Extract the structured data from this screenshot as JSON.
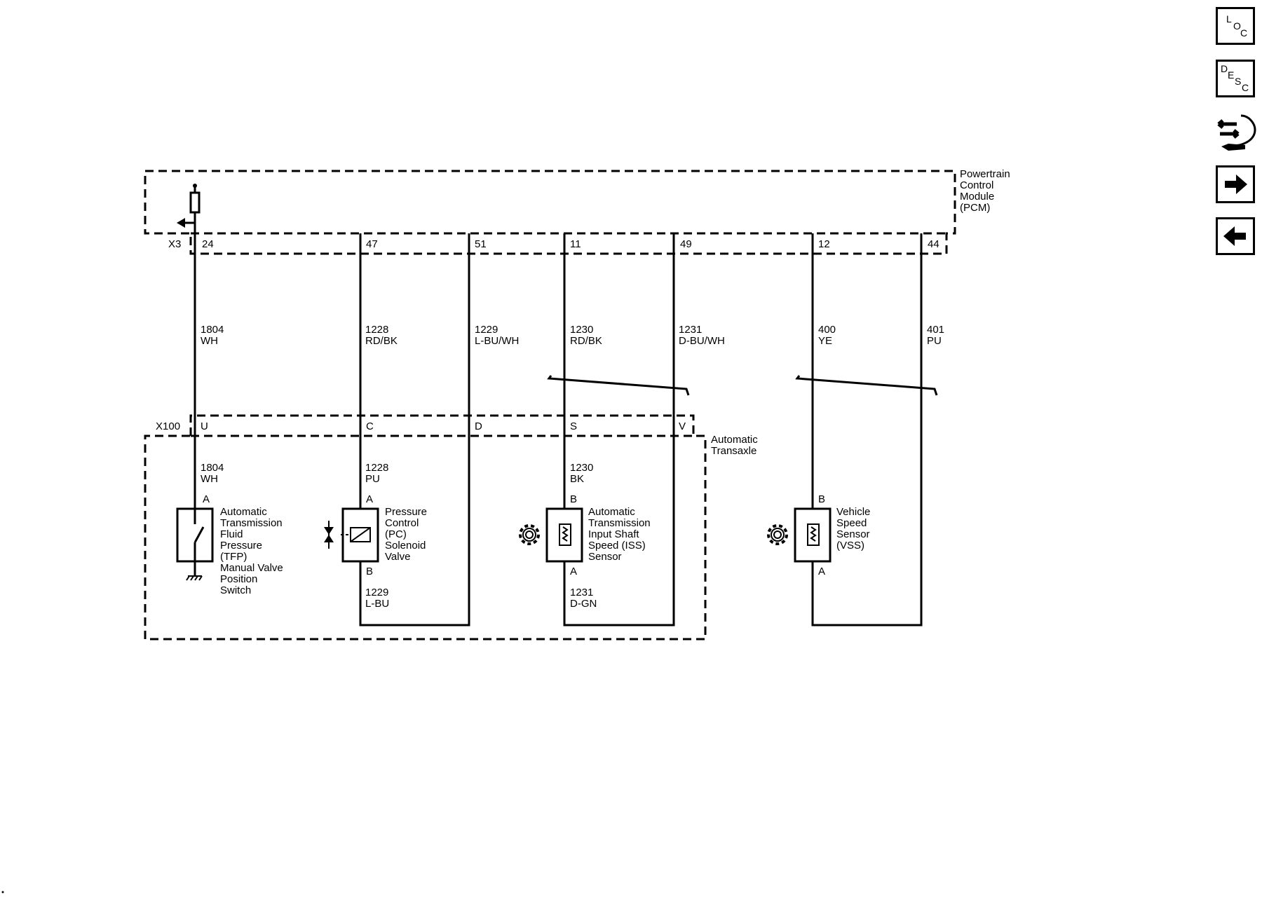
{
  "nav": {
    "loc": {
      "l1": "L",
      "l2": "O",
      "l3": "C"
    },
    "desc": {
      "l1": "D",
      "l2": "E",
      "l3": "S",
      "l4": "C"
    },
    "connector_icon": "connector-end-view-icon",
    "next_icon": "arrow-right-icon",
    "prev_icon": "arrow-left-icon"
  },
  "pcm": {
    "label_lines": [
      "Powertrain",
      "Control",
      "Module",
      "(PCM)"
    ],
    "connector": "X3",
    "pins": [
      "24",
      "47",
      "51",
      "11",
      "49",
      "12",
      "44"
    ]
  },
  "wires_upper": [
    {
      "circuit": "1804",
      "color": "WH"
    },
    {
      "circuit": "1228",
      "color": "RD/BK"
    },
    {
      "circuit": "1229",
      "color": "L-BU/WH"
    },
    {
      "circuit": "1230",
      "color": "RD/BK"
    },
    {
      "circuit": "1231",
      "color": "D-BU/WH"
    },
    {
      "circuit": "400",
      "color": "YE"
    },
    {
      "circuit": "401",
      "color": "PU"
    }
  ],
  "transaxle": {
    "label_lines": [
      "Automatic",
      "Transaxle"
    ],
    "connector": "X100",
    "pins": [
      "U",
      "C",
      "D",
      "S",
      "V"
    ]
  },
  "wires_lower": [
    {
      "circuit": "1804",
      "color": "WH"
    },
    {
      "circuit": "1228",
      "color": "PU"
    },
    {
      "circuit": "1230",
      "color": "BK"
    },
    {
      "circuit": "1229",
      "color": "L-BU"
    },
    {
      "circuit": "1231",
      "color": "D-GN"
    }
  ],
  "components": {
    "tfp": {
      "pin": "A",
      "label_lines": [
        "Automatic",
        "Transmission",
        "Fluid",
        "Pressure",
        "(TFP)",
        "Manual Valve",
        "Position",
        "Switch"
      ]
    },
    "pc": {
      "pin_top": "A",
      "pin_bottom": "B",
      "label_lines": [
        "Pressure",
        "Control",
        "(PC)",
        "Solenoid",
        "Valve"
      ]
    },
    "iss": {
      "pin_top": "B",
      "pin_bottom": "A",
      "label_lines": [
        "Automatic",
        "Transmission",
        "Input Shaft",
        "Speed (ISS)",
        "Sensor"
      ]
    },
    "vss": {
      "pin_top": "B",
      "pin_bottom": "A",
      "label_lines": [
        "Vehicle",
        "Speed",
        "Sensor",
        "(VSS)"
      ]
    }
  }
}
